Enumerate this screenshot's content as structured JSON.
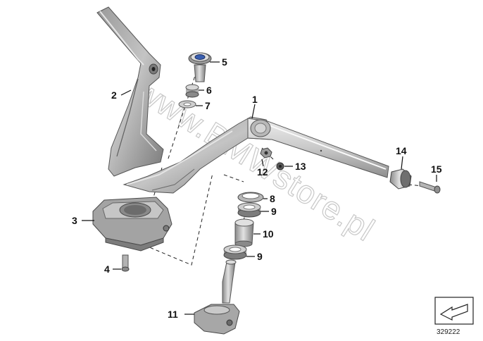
{
  "callouts": {
    "c1": "1",
    "c2": "2",
    "c3": "3",
    "c4": "4",
    "c5": "5",
    "c6": "6",
    "c7": "7",
    "c8": "8",
    "c9a": "9",
    "c9b": "9",
    "c10": "10",
    "c11": "11",
    "c12": "12",
    "c13": "13",
    "c14": "14",
    "c15": "15"
  },
  "watermark": "www.BMWstore.pl",
  "reference_number": "329222",
  "colors": {
    "part_light": "#d6d6d6",
    "part_mid": "#a9a9a9",
    "part_dark": "#6e6e6e",
    "outline": "#4a4a4a",
    "logo_blue": "#3a5fb0"
  },
  "icons": {
    "orientation_badge": "direction-arrow-icon"
  }
}
